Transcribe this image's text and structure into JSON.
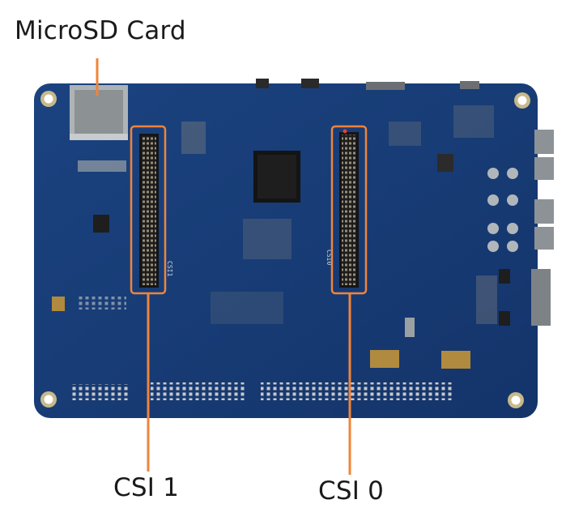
{
  "labels": {
    "microsd": "MicroSD Card",
    "csi1": "CSI 1",
    "csi0": "CSI 0"
  },
  "silkscreen": {
    "csi1_print": "CSI1",
    "csi0_print": "CSI0"
  },
  "colors": {
    "board": "#173a6e",
    "board_dark": "#0f2a55",
    "highlight": "#f0843a",
    "gold_pad": "#b08a3e",
    "connector": "#1d1d1d"
  }
}
